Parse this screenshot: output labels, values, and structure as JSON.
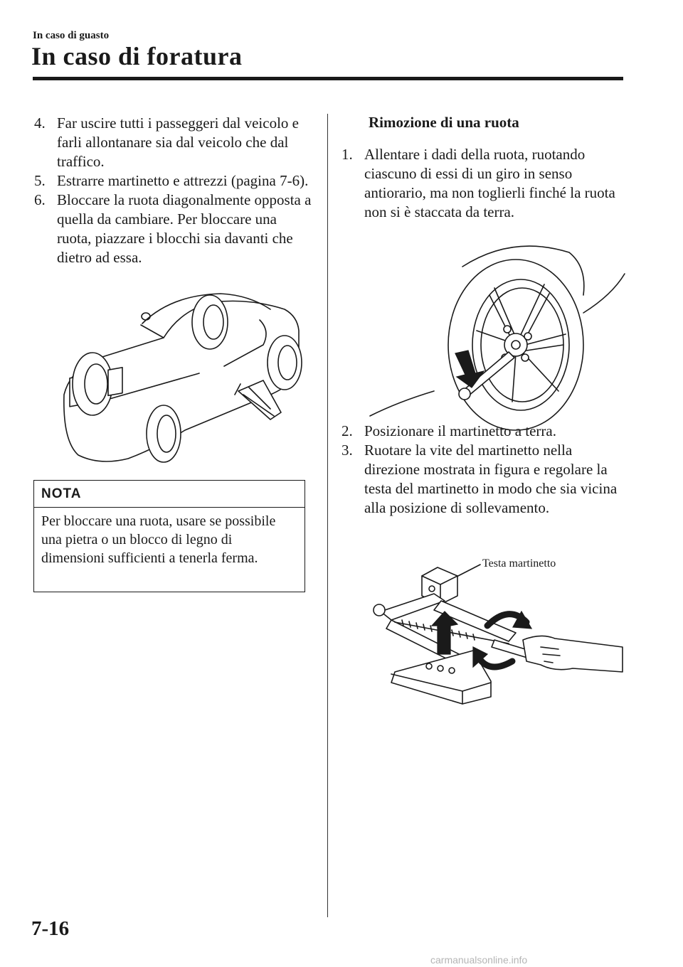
{
  "header": {
    "section": "In caso di guasto",
    "title": "In caso di foratura"
  },
  "left_steps": [
    {
      "num": "4.",
      "text": "Far uscire tutti i passeggeri dal veicolo e farli allontanare sia dal veicolo che dal traffico."
    },
    {
      "num": "5.",
      "text": "Estrarre martinetto e attrezzi (pagina 7-6)."
    },
    {
      "num": "6.",
      "text": "Bloccare la ruota diagonalmente opposta a quella da cambiare. Per bloccare una ruota, piazzare i blocchi sia davanti che dietro ad essa."
    }
  ],
  "nota": {
    "heading": "NOTA",
    "body": "Per bloccare una ruota, usare se possibile una pietra o un blocco di legno di dimensioni sufficienti a tenerla ferma."
  },
  "right": {
    "subheading": "Rimozione di una ruota",
    "steps_a": [
      {
        "num": "1.",
        "text": "Allentare i dadi della ruota, ruotando ciascuno di essi di un giro in senso antiorario, ma non toglierli finché la ruota non si è staccata da terra."
      }
    ],
    "steps_b": [
      {
        "num": "2.",
        "text": "Posizionare il martinetto a terra."
      },
      {
        "num": "3.",
        "text": "Ruotare la vite del martinetto nella direzione mostrata in figura e regolare la testa del martinetto in modo che sia vicina alla posizione di sollevamento."
      }
    ],
    "jack_callout": "Testa martinetto"
  },
  "footer": {
    "page_number": "7-16",
    "watermark": "carmanualsonline.info"
  }
}
